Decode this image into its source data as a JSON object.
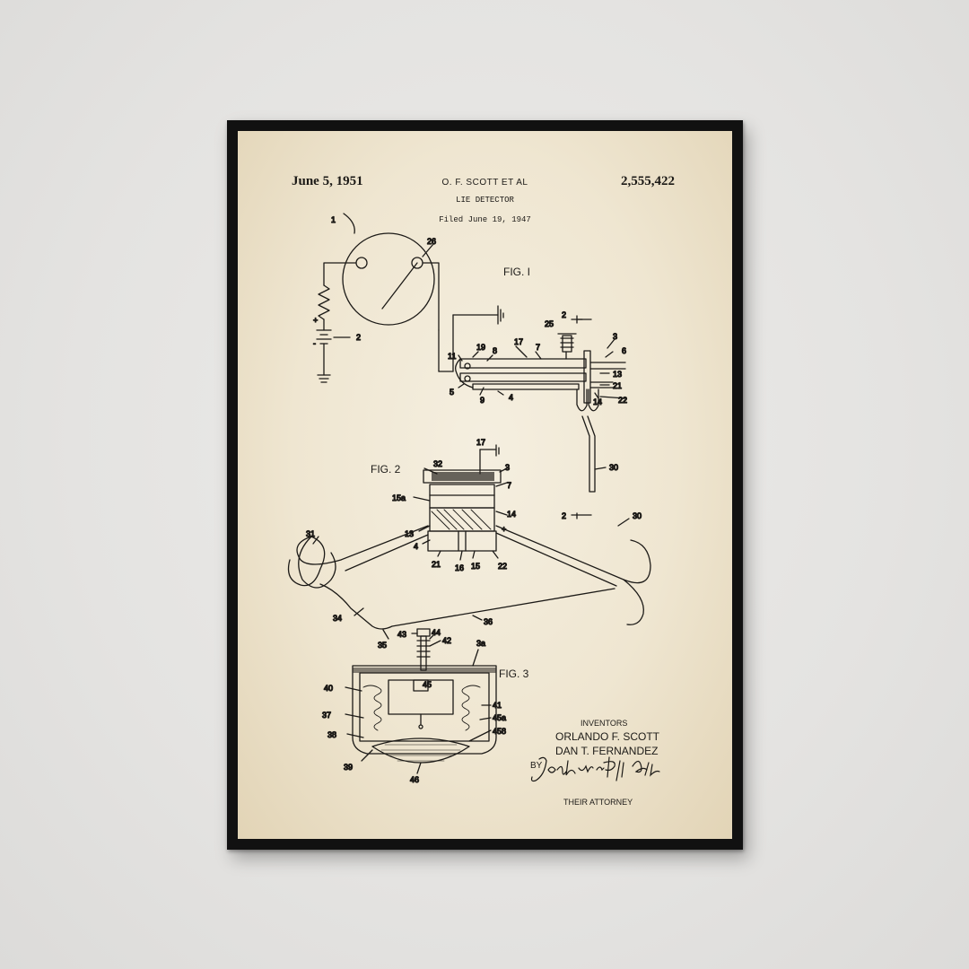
{
  "patent": {
    "date": "June 5, 1951",
    "authors": "O. F. SCOTT  ET AL",
    "title": "LIE DETECTOR",
    "filed": "Filed June 19, 1947",
    "number": "2,555,422"
  },
  "figures": {
    "fig1": "FIG. I",
    "fig2": "FIG. 2",
    "fig3": "FIG. 3"
  },
  "refs": {
    "r1": "1",
    "r26": "26",
    "r2": "2",
    "r25": "25",
    "r3": "3",
    "r6": "6",
    "r17": "17",
    "r7": "7",
    "r19": "19",
    "r8": "8",
    "r11": "11",
    "r5": "5",
    "r9": "9",
    "r4": "4",
    "r13": "13",
    "r21": "21",
    "r14": "14",
    "r22": "22",
    "r30": "30",
    "s2a": "2",
    "s2b": "2",
    "f2_17": "17",
    "f2_32": "32",
    "f2_3": "3",
    "f2_15a": "15a",
    "f2_7": "7",
    "f2_14": "14",
    "f2_13": "13",
    "f2_4": "4",
    "f2_21": "21",
    "f2_16": "16",
    "f2_15": "15",
    "f2_22": "22",
    "f2_31": "31",
    "f2_30": "30",
    "f2_34": "34",
    "f2_36": "36",
    "f2_35": "35",
    "f2_plus": "+",
    "f3_43": "43",
    "f3_44": "44",
    "f3_42": "42",
    "f3_3a": "3a",
    "f3_40": "40",
    "f3_45": "45",
    "f3_41": "41",
    "f3_37": "37",
    "f3_45a": "45a",
    "f3_38": "38",
    "f3_458": "458",
    "f3_39": "39",
    "f3_46": "46",
    "plus": "+",
    "minus": "-"
  },
  "inventors": {
    "label": "INVENTORS",
    "name1": "ORLANDO F. SCOTT",
    "name2": "DAN T. FERNANDEZ",
    "by": "BY",
    "signature": "Joshua R. H. Potts",
    "attorney": "THEIR ATTORNEY"
  }
}
